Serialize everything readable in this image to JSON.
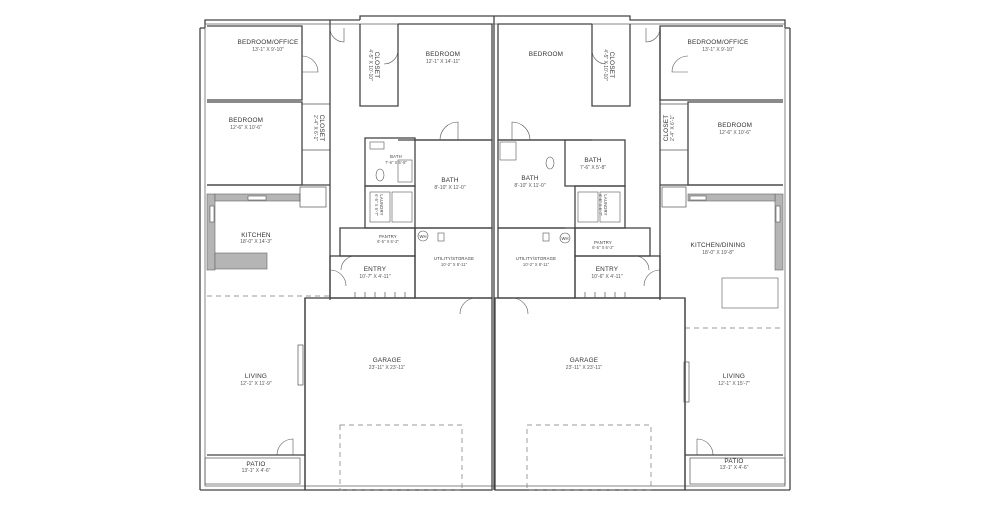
{
  "rooms": [
    {
      "id": "l_bed_office",
      "name": "BEDROOM/OFFICE",
      "dim": "13'-1\" X 9'-10\""
    },
    {
      "id": "l_bed_2",
      "name": "BEDROOM",
      "dim": "12'-6\" X 10'-6\""
    },
    {
      "id": "l_closet_1",
      "name": "CLOSET",
      "dim": "4'-5\" X 10'-10\""
    },
    {
      "id": "l_closet_2",
      "name": "CLOSET",
      "dim": "2'-4\" X 6'-1\""
    },
    {
      "id": "l_bed_main",
      "name": "BEDROOM",
      "dim": "12'-1\" X 14'-11\""
    },
    {
      "id": "l_bath_small",
      "name": "BATH",
      "dim": "7'-6\" X 5'-8\""
    },
    {
      "id": "l_bath_main",
      "name": "BATH",
      "dim": "8'-10\" X 11'-0\""
    },
    {
      "id": "l_laundry",
      "name": "LAUNDRY",
      "dim": "6'-5\" X 6'-7\""
    },
    {
      "id": "l_kitchen",
      "name": "KITCHEN",
      "dim": "18'-0\" X 14'-3\""
    },
    {
      "id": "l_pantry",
      "name": "PANTRY",
      "dim": "6'-5\" X 6'-2\""
    },
    {
      "id": "l_utility",
      "name": "UTILITY/STORAGE",
      "dim": "10'-2\" X 8'-11\""
    },
    {
      "id": "l_entry",
      "name": "ENTRY",
      "dim": "10'-7\" X 4'-11\""
    },
    {
      "id": "l_garage",
      "name": "GARAGE",
      "dim": "23'-11\" X 23'-11\""
    },
    {
      "id": "l_living",
      "name": "LIVING",
      "dim": "12'-1\" X 11'-9\""
    },
    {
      "id": "l_patio",
      "name": "PATIO",
      "dim": "13'-1\" X 4'-6\""
    },
    {
      "id": "r_bed_office",
      "name": "BEDROOM/OFFICE",
      "dim": "13'-1\" X 9'-10\""
    },
    {
      "id": "r_bed_2",
      "name": "BEDROOM",
      "dim": "12'-6\" X 10'-6\""
    },
    {
      "id": "r_closet_1",
      "name": "CLOSET",
      "dim": "4'-5\" X 10'-10\""
    },
    {
      "id": "r_closet_2",
      "name": "CLOSET",
      "dim": "2'-4\" X 6'-1\""
    },
    {
      "id": "r_bed_main",
      "name": "BEDROOM",
      "dim": ""
    },
    {
      "id": "r_bath_small",
      "name": "BATH",
      "dim": "7'-6\" X 5'-8\""
    },
    {
      "id": "r_bath_main",
      "name": "BATH",
      "dim": "8'-10\" X 11'-0\""
    },
    {
      "id": "r_laundry",
      "name": "LAUNDRY",
      "dim": "6'-5\" X 6'-7\""
    },
    {
      "id": "r_kitchen",
      "name": "KITCHEN/DINING",
      "dim": "18'-0\" X 19'-8\""
    },
    {
      "id": "r_pantry",
      "name": "PANTRY",
      "dim": "6'-5\" X 6'-2\""
    },
    {
      "id": "r_utility",
      "name": "UTILITY/STORAGE",
      "dim": "10'-2\" X 8'-11\""
    },
    {
      "id": "r_entry",
      "name": "ENTRY",
      "dim": "10'-6\" X 4'-11\""
    },
    {
      "id": "r_garage",
      "name": "GARAGE",
      "dim": "23'-11\" X 23'-11\""
    },
    {
      "id": "r_living",
      "name": "LIVING",
      "dim": "12'-1\" X 15'-7\""
    },
    {
      "id": "r_patio",
      "name": "PATIO",
      "dim": "13'-1\" X 4'-6\""
    }
  ],
  "equipment": [
    {
      "id": "l_wh",
      "label": "WH"
    },
    {
      "id": "r_wh",
      "label": "WH"
    }
  ]
}
